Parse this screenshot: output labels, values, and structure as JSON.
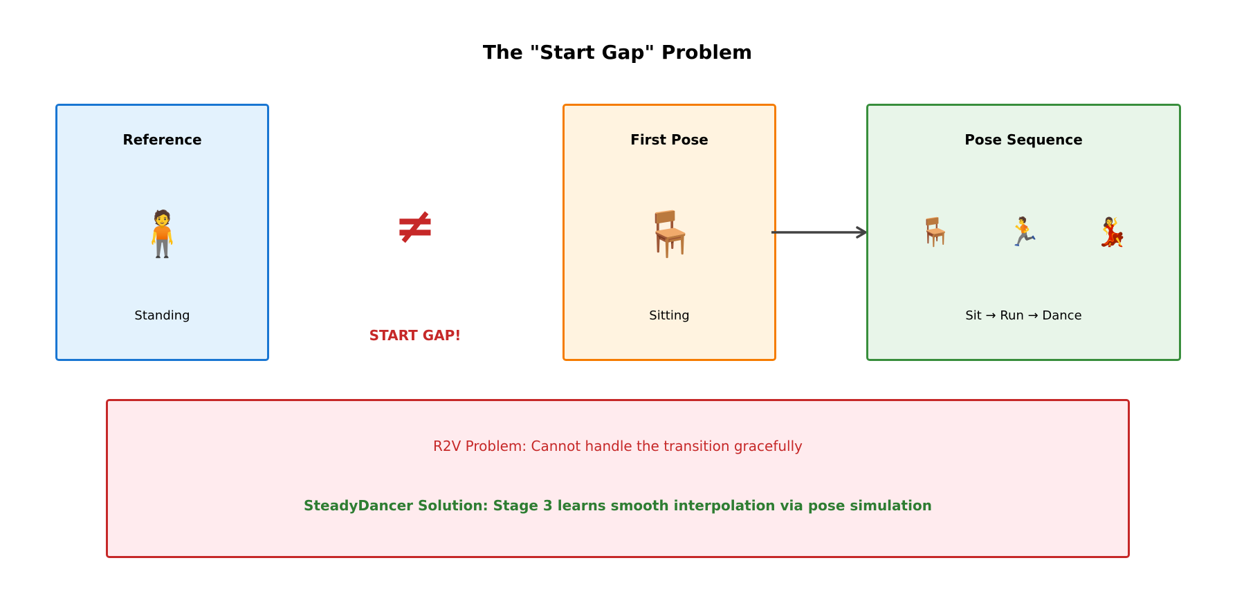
{
  "title": "The \"Start Gap\" Problem",
  "reference": {
    "title": "Reference",
    "glyph": "🧍",
    "label": "Standing",
    "fill": "#e3f2fd",
    "border": "#1976d2"
  },
  "first_pose": {
    "title": "First Pose",
    "glyph": "🪑",
    "label": "Sitting",
    "fill": "#fff3e0",
    "border": "#f57c00"
  },
  "pose_sequence": {
    "title": "Pose Sequence",
    "glyphs": [
      "🪑",
      "🏃",
      "💃"
    ],
    "label": "Sit → Run → Dance",
    "fill": "#e8f5e9",
    "border": "#388e3c"
  },
  "gap": {
    "symbol": "≠",
    "label": "START GAP!",
    "color": "#c62828"
  },
  "arrow": {
    "color": "#424242"
  },
  "info": {
    "problem": "R2V Problem: Cannot handle the transition gracefully",
    "solution": "SteadyDancer Solution: Stage 3 learns smooth interpolation via pose simulation",
    "fill": "#ffebee",
    "border": "#c62828"
  }
}
